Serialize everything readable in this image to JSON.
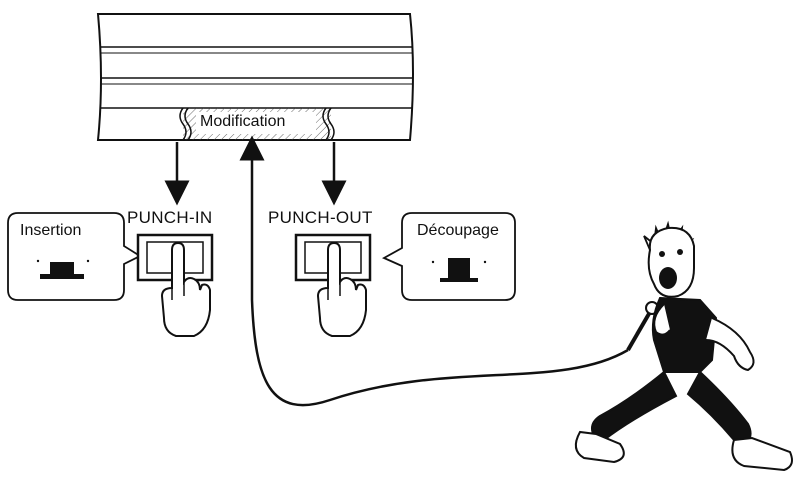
{
  "tape": {
    "section_label": "Modification"
  },
  "punch_in": {
    "label": "PUNCH-IN",
    "callout": "Insertion"
  },
  "punch_out": {
    "label": "PUNCH-OUT",
    "callout": "Découpage"
  }
}
